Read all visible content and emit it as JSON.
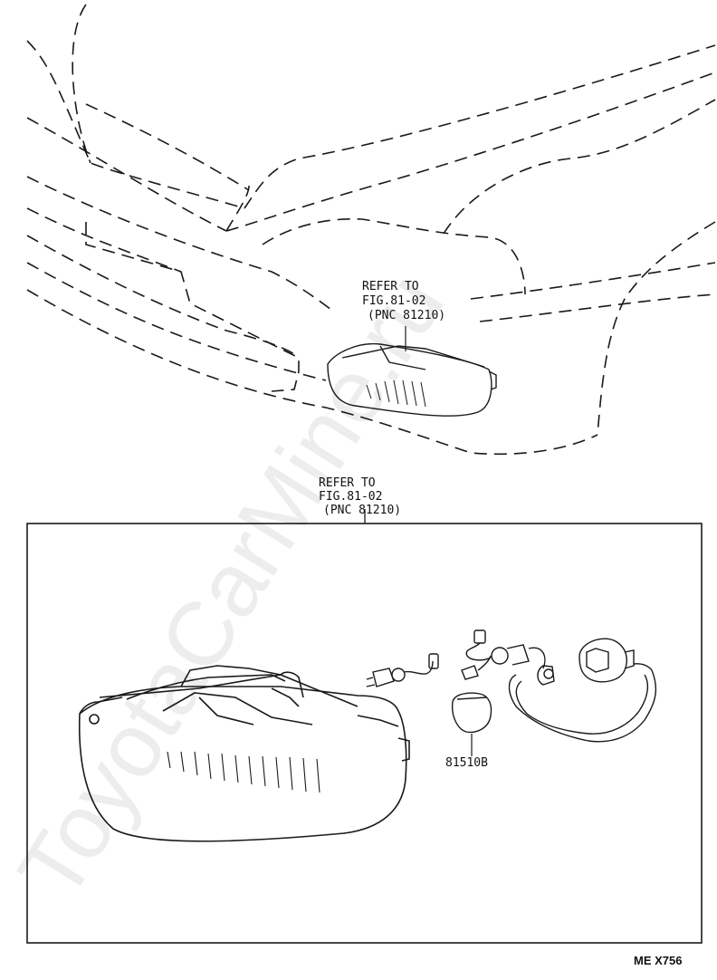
{
  "callout_top": {
    "line1": "REFER TO",
    "line2": "FIG.81-02",
    "line3": "(PNC 81210)"
  },
  "callout_box": {
    "line1": "REFER TO",
    "line2": "FIG.81-02",
    "line3": "(PNC 81210)"
  },
  "parts": {
    "bulb_part_no": "81510B"
  },
  "figure_code": "ME X756",
  "watermark": "ToyotaCarMine.ru",
  "colors": {
    "line": "#1a1a1a",
    "background": "#ffffff"
  }
}
